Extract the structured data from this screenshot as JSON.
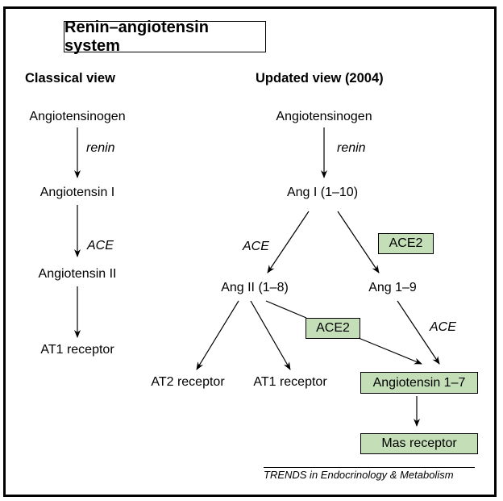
{
  "title": "Renin–angiotensin system",
  "colors": {
    "highlight_green": "#c4dfb8",
    "line": "#000000"
  },
  "classical": {
    "heading": "Classical view",
    "nodes": [
      "Angiotensinogen",
      "Angiotensin I",
      "Angiotensin II",
      "AT1 receptor"
    ],
    "enzymes": [
      "renin",
      "ACE"
    ]
  },
  "updated": {
    "heading": "Updated view (2004)",
    "nodes": {
      "angiotensinogen": "Angiotensinogen",
      "ang1": "Ang I (1–10)",
      "ang2": "Ang II (1–8)",
      "ang19": "Ang 1–9",
      "at2": "AT2 receptor",
      "at1": "AT1 receptor",
      "ang17": "Angiotensin 1–7",
      "mas": "Mas receptor"
    },
    "enzymes": {
      "renin": "renin",
      "ace_left": "ACE",
      "ace2_top": "ACE2",
      "ace2_mid": "ACE2",
      "ace_right": "ACE"
    }
  },
  "pathways": [
    {
      "from": "Angiotensinogen",
      "to": "Angiotensin I",
      "enzyme": "renin",
      "view": "classical"
    },
    {
      "from": "Angiotensin I",
      "to": "Angiotensin II",
      "enzyme": "ACE",
      "view": "classical"
    },
    {
      "from": "Angiotensin II",
      "to": "AT1 receptor",
      "enzyme": "",
      "view": "classical"
    },
    {
      "from": "Angiotensinogen",
      "to": "Ang I (1–10)",
      "enzyme": "renin",
      "view": "updated"
    },
    {
      "from": "Ang I (1–10)",
      "to": "Ang II (1–8)",
      "enzyme": "ACE",
      "view": "updated"
    },
    {
      "from": "Ang I (1–10)",
      "to": "Ang 1–9",
      "enzyme": "ACE2",
      "view": "updated"
    },
    {
      "from": "Ang II (1–8)",
      "to": "AT2 receptor",
      "enzyme": "",
      "view": "updated"
    },
    {
      "from": "Ang II (1–8)",
      "to": "AT1 receptor",
      "enzyme": "",
      "view": "updated"
    },
    {
      "from": "Ang II (1–8)",
      "to": "Angiotensin 1–7",
      "enzyme": "ACE2",
      "view": "updated"
    },
    {
      "from": "Ang 1–9",
      "to": "Angiotensin 1–7",
      "enzyme": "ACE",
      "view": "updated"
    },
    {
      "from": "Angiotensin 1–7",
      "to": "Mas receptor",
      "enzyme": "",
      "view": "updated"
    }
  ],
  "source": "TRENDS in Endocrinology & Metabolism"
}
